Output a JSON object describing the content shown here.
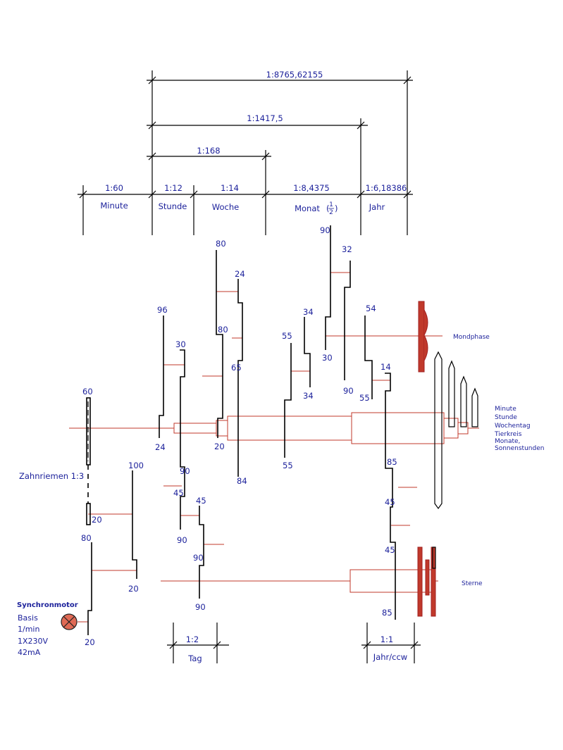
{
  "ratios": {
    "total": "1:8765,62155",
    "month_total": "1:1417,5",
    "week_total": "1:168",
    "minute": "1:60",
    "hour": "1:12",
    "week": "1:14",
    "month": "1:8,4375",
    "year": "1:6,18386"
  },
  "units": {
    "minute": "Minute",
    "hour": "Stunde",
    "week": "Woche",
    "month": "Monat",
    "month_fraction_num": "1",
    "month_fraction_den": "2",
    "year": "Jahr"
  },
  "gears": {
    "g60": "60",
    "g20_belt": "20",
    "g100": "100",
    "g20_b": "20",
    "g80_motor": "80",
    "g20_motor": "20",
    "g96": "96",
    "g24": "24",
    "g30": "30",
    "g90_a": "90",
    "g45_a": "45",
    "g90_b": "90",
    "g45_b": "45",
    "g90_c": "90",
    "g90_d": "90",
    "g80_top": "80",
    "g80_mid": "80",
    "g20_shaft": "20",
    "g24_top": "24",
    "g65": "65",
    "g84": "84",
    "g55_a": "55",
    "g55_b": "55",
    "g34_a": "34",
    "g34_b": "34",
    "g90_e": "90",
    "g30_b": "30",
    "g32": "32",
    "g90_f": "90",
    "g54": "54",
    "g55_c": "55",
    "g14": "14",
    "g85_a": "85",
    "g45_c": "45",
    "g45_d": "45",
    "g85_b": "85"
  },
  "labels": {
    "belt": "Zahnriemen 1:3",
    "moon_phase": "Mondphase",
    "outputs": [
      "Minute",
      "Stunde",
      "Wochentag",
      "Tierkreis",
      "Monate,",
      "Sonnenstunden"
    ],
    "stars": "Sterne",
    "motor_title": "Synchronmotor",
    "motor_specs": [
      "Basis",
      "1/min",
      "1X230V",
      "42mA"
    ]
  },
  "bottom_scales": {
    "day_ratio": "1:2",
    "day_label": "Tag",
    "year_ratio": "1:1",
    "year_label": "Jahr/ccw"
  },
  "colors": {
    "ink": "#000000",
    "text": "#1a1f9a",
    "shaft": "#c0392b",
    "motor": "#c0392b"
  }
}
